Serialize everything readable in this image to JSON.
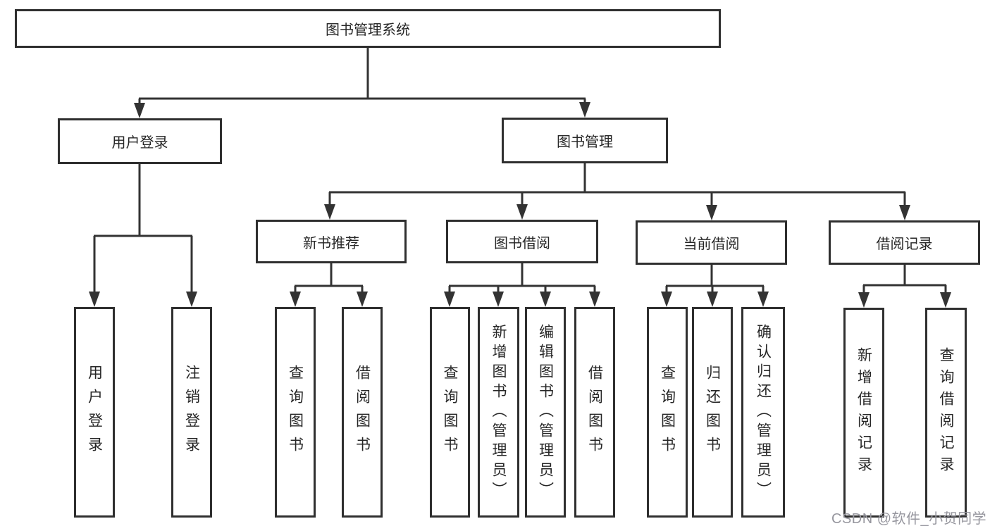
{
  "tree": {
    "root": {
      "label": "图书管理系统",
      "children": [
        {
          "label": "用户登录",
          "children": [
            {
              "label": "用户登录"
            },
            {
              "label": "注销登录"
            }
          ]
        },
        {
          "label": "图书管理",
          "children": [
            {
              "label": "新书推荐",
              "children": [
                {
                  "label": "查询图书"
                },
                {
                  "label": "借阅图书"
                }
              ]
            },
            {
              "label": "图书借阅",
              "children": [
                {
                  "label": "查询图书"
                },
                {
                  "label": "新增图书（管理员）"
                },
                {
                  "label": "编辑图书（管理员）"
                },
                {
                  "label": "借阅图书"
                }
              ]
            },
            {
              "label": "当前借阅",
              "children": [
                {
                  "label": "查询图书"
                },
                {
                  "label": "归还图书"
                },
                {
                  "label": "确认归还（管理员）"
                }
              ]
            },
            {
              "label": "借阅记录",
              "children": [
                {
                  "label": "新增借阅记录"
                },
                {
                  "label": "查询借阅记录"
                }
              ]
            }
          ]
        }
      ]
    }
  },
  "watermark": {
    "text": "CSDN @软件_小贺同学"
  },
  "colors": {
    "line": "#333333",
    "box_border": "#2f2f2f",
    "text": "#262626",
    "background": "#ffffff",
    "watermark": "#96969e"
  }
}
